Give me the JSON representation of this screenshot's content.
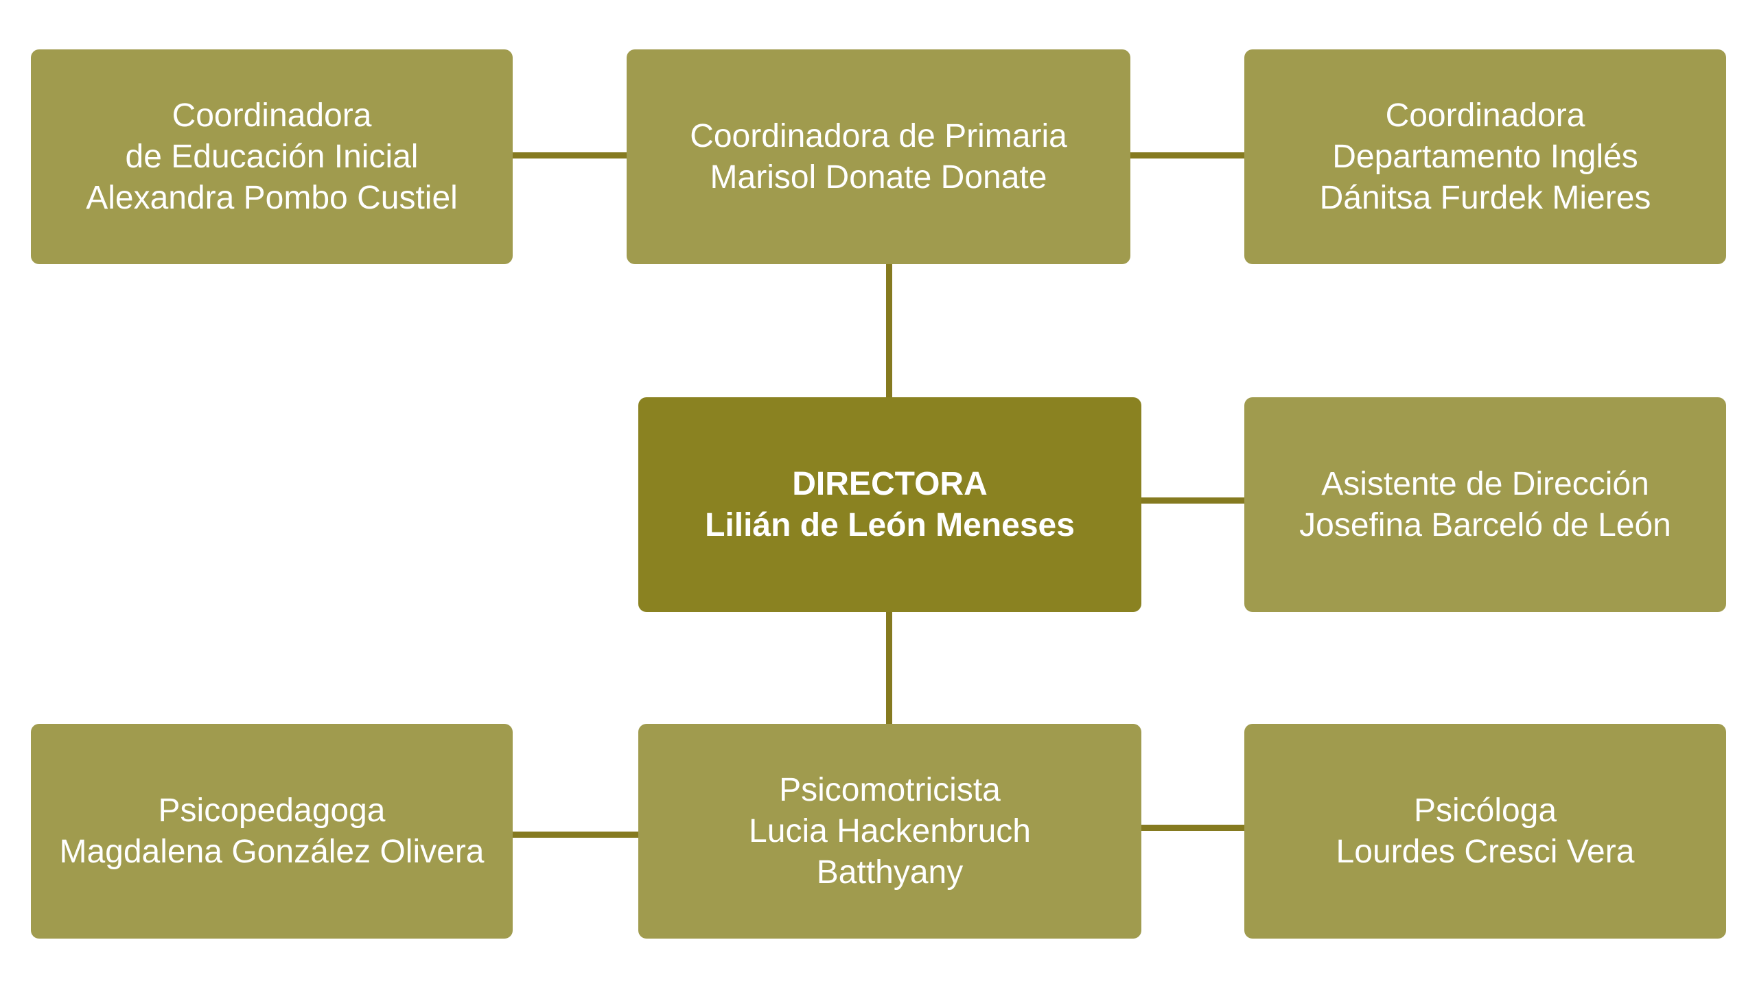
{
  "colors": {
    "primary_box": "#8a8221",
    "secondary_box": "#a09b4e",
    "connector": "#857a20",
    "text": "#ffffff"
  },
  "nodes": {
    "director": {
      "lines": [
        "DIRECTORA",
        "Lilián de León Meneses"
      ]
    },
    "coord_inicial": {
      "lines": [
        "Coordinadora",
        "de Educación Inicial",
        "Alexandra Pombo Custiel"
      ]
    },
    "coord_primaria": {
      "lines": [
        "Coordinadora de Primaria",
        "Marisol Donate Donate"
      ]
    },
    "coord_ingles": {
      "lines": [
        "Coordinadora",
        "Departamento Inglés",
        "Dánitsa Furdek Mieres"
      ]
    },
    "asistente": {
      "lines": [
        "Asistente de Dirección",
        "Josefina Barceló de León"
      ]
    },
    "psicopedagoga": {
      "lines": [
        "Psicopedagoga",
        "Magdalena González Olivera"
      ]
    },
    "psicomotricista": {
      "lines": [
        "Psicomotricista",
        "Lucia Hackenbruch",
        "Batthyany"
      ]
    },
    "psicologa": {
      "lines": [
        "Psicóloga",
        "Lourdes Cresci Vera"
      ]
    }
  }
}
